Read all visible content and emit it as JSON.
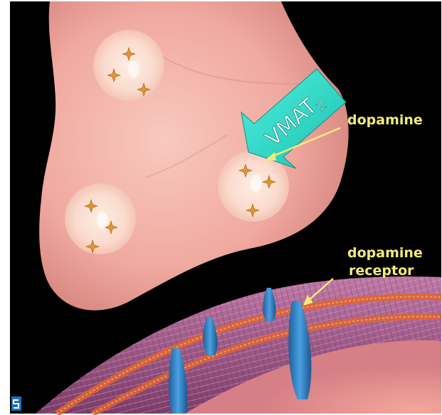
{
  "labels": {
    "transporter": "VMAT2",
    "transporter_base": "VMAT",
    "transporter_sub": "2",
    "dopamine": "dopamine",
    "receptor_line1": "dopamine",
    "receptor_line2": "receptor"
  },
  "colors": {
    "background": "#000000",
    "frame": "#ffffff",
    "terminal": "#f0a9a0",
    "vesicle": "#fbe3d8",
    "dopamine_molecule": "#e0952e",
    "transporter_arrow": "#2ee0cf",
    "label_text": "#f2ea7a",
    "receptor": "#2f7fc2",
    "membrane": "#a45a88",
    "lipid_stripe": "#e0652e"
  },
  "icons": {
    "corner_logo": "logo-icon"
  }
}
